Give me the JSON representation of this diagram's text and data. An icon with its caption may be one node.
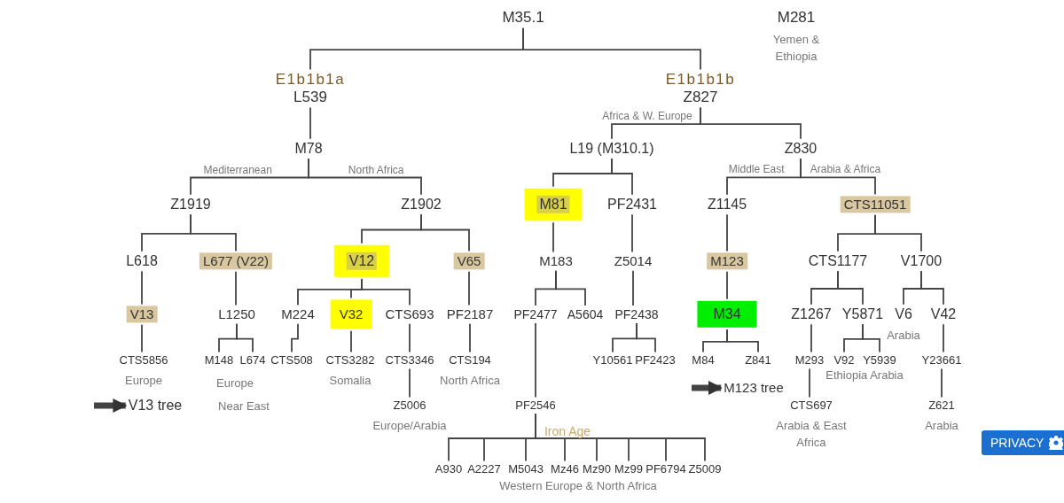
{
  "diagram": {
    "nodes": [
      {
        "text": [
          "M35.1"
        ]
      },
      {
        "text": [
          "E1b1b1a",
          "L539"
        ]
      },
      {
        "text": [
          "E1b1b1b",
          "Z827"
        ]
      },
      {
        "text": [
          "M281"
        ],
        "beside": [
          "Yemen & Ethiopia"
        ]
      },
      {
        "text": [
          "M78"
        ]
      },
      {
        "text": [
          "Z1919"
        ]
      },
      {
        "text": [
          "Z1902"
        ]
      },
      {
        "text": [
          "L19 (M310.1)"
        ]
      },
      {
        "text": [
          "Z830"
        ]
      },
      {
        "text": [
          "M81"
        ]
      },
      {
        "text": [
          "PF2431"
        ]
      },
      {
        "text": [
          "Z1145"
        ]
      },
      {
        "text": [
          "CTS11051"
        ]
      },
      {
        "text": [
          "L618"
        ]
      },
      {
        "text": [
          "L677 (V22)"
        ]
      },
      {
        "text": [
          "V12"
        ]
      },
      {
        "text": [
          "V65"
        ]
      },
      {
        "text": [
          "M183"
        ]
      },
      {
        "text": [
          "Z5014"
        ]
      },
      {
        "text": [
          "M123"
        ]
      },
      {
        "text": [
          "CTS1177"
        ]
      },
      {
        "text": [
          "V1700"
        ]
      },
      {
        "text": [
          "V13"
        ]
      },
      {
        "text": [
          "L1250"
        ]
      },
      {
        "text": [
          "M224"
        ]
      },
      {
        "text": [
          "V32"
        ]
      },
      {
        "text": [
          "CTS693"
        ]
      },
      {
        "text": [
          "PF2187"
        ]
      },
      {
        "text": [
          "PF2477"
        ]
      },
      {
        "text": [
          "A5604"
        ]
      },
      {
        "text": [
          "PF2438"
        ]
      },
      {
        "text": [
          "M34"
        ]
      },
      {
        "text": [
          "Z1267"
        ]
      },
      {
        "text": [
          "Y5871"
        ]
      },
      {
        "text": [
          "V6"
        ],
        "beside": [
          "Arabia"
        ]
      },
      {
        "text": [
          "V42"
        ]
      },
      {
        "text": [
          "CTS5856"
        ],
        "beside": [
          "Europe"
        ]
      },
      {
        "text": [
          "M148"
        ]
      },
      {
        "text": [
          "L674"
        ]
      },
      {
        "text": [
          "CTS508"
        ]
      },
      {
        "text": [
          "CTS3282"
        ],
        "beside": [
          "Somalia"
        ]
      },
      {
        "text": [
          "CTS3346"
        ]
      },
      {
        "text": [
          "CTS194"
        ],
        "beside": [
          "North Africa"
        ]
      },
      {
        "text": [
          "Y10561"
        ]
      },
      {
        "text": [
          "PF2423"
        ]
      },
      {
        "text": [
          "M84"
        ]
      },
      {
        "text": [
          "Z841"
        ]
      },
      {
        "text": [
          "M293"
        ]
      },
      {
        "text": [
          "V92"
        ]
      },
      {
        "text": [
          "Y5939"
        ]
      },
      {
        "text": [
          "Y23661"
        ]
      },
      {
        "text": [
          "Z5006"
        ],
        "beside": [
          "Europe/Arabia"
        ]
      },
      {
        "text": [
          "PF2546"
        ]
      },
      {
        "text": [
          "CTS697"
        ],
        "beside": [
          "Arabia & East Africa"
        ]
      },
      {
        "text": [
          "Z621"
        ],
        "beside": [
          "Arabia"
        ]
      },
      {
        "text": [
          "V13 tree"
        ]
      },
      {
        "text": [
          "M123 tree"
        ]
      },
      {
        "text": [
          "A930"
        ]
      },
      {
        "text": [
          "A2227"
        ]
      },
      {
        "text": [
          "M5043"
        ]
      },
      {
        "text": [
          "Mz46"
        ]
      },
      {
        "text": [
          "Mz90"
        ]
      },
      {
        "text": [
          "Mz99"
        ]
      },
      {
        "text": [
          "PF6794"
        ]
      },
      {
        "text": [
          "Z5009"
        ]
      }
    ],
    "edges": [
      {
        "from": 0,
        "to": 1,
        "arrow": "none"
      },
      {
        "from": 0,
        "to": 2,
        "arrow": "none"
      },
      {
        "from": 1,
        "to": 4,
        "arrow": "none"
      },
      {
        "from": 2,
        "to": 7,
        "arrow": "none",
        "label": "Africa & W. Europe"
      },
      {
        "from": 2,
        "to": 8,
        "arrow": "none"
      },
      {
        "from": 4,
        "to": 5,
        "arrow": "none",
        "label": "Mediterranean"
      },
      {
        "from": 4,
        "to": 6,
        "arrow": "none",
        "label": "North Africa"
      },
      {
        "from": 5,
        "to": 13,
        "arrow": "none"
      },
      {
        "from": 5,
        "to": 14,
        "arrow": "none"
      },
      {
        "from": 6,
        "to": 15,
        "arrow": "none"
      },
      {
        "from": 6,
        "to": 16,
        "arrow": "none"
      },
      {
        "from": 7,
        "to": 9,
        "arrow": "none"
      },
      {
        "from": 7,
        "to": 10,
        "arrow": "none"
      },
      {
        "from": 8,
        "to": 11,
        "arrow": "none",
        "label": "Middle East"
      },
      {
        "from": 8,
        "to": 12,
        "arrow": "none",
        "label": "Arabia & Africa"
      },
      {
        "from": 13,
        "to": 22,
        "arrow": "none"
      },
      {
        "from": 14,
        "to": 23,
        "arrow": "none"
      },
      {
        "from": 15,
        "to": 24,
        "arrow": "none"
      },
      {
        "from": 15,
        "to": 25,
        "arrow": "none"
      },
      {
        "from": 15,
        "to": 26,
        "arrow": "none"
      },
      {
        "from": 16,
        "to": 27,
        "arrow": "none"
      },
      {
        "from": 9,
        "to": 17,
        "arrow": "none"
      },
      {
        "from": 10,
        "to": 18,
        "arrow": "none"
      },
      {
        "from": 11,
        "to": 19,
        "arrow": "none"
      },
      {
        "from": 12,
        "to": 20,
        "arrow": "none"
      },
      {
        "from": 12,
        "to": 21,
        "arrow": "none"
      },
      {
        "from": 17,
        "to": 28,
        "arrow": "none"
      },
      {
        "from": 17,
        "to": 29,
        "arrow": "none"
      },
      {
        "from": 18,
        "to": 30,
        "arrow": "none"
      },
      {
        "from": 19,
        "to": 31,
        "arrow": "none"
      },
      {
        "from": 20,
        "to": 32,
        "arrow": "none"
      },
      {
        "from": 20,
        "to": 33,
        "arrow": "none"
      },
      {
        "from": 21,
        "to": 34,
        "arrow": "none"
      },
      {
        "from": 21,
        "to": 35,
        "arrow": "none"
      },
      {
        "from": 22,
        "to": 36,
        "arrow": "none"
      },
      {
        "from": 23,
        "to": 37,
        "arrow": "none"
      },
      {
        "from": 23,
        "to": 38,
        "arrow": "none"
      },
      {
        "from": 24,
        "to": 39,
        "arrow": "none"
      },
      {
        "from": 25,
        "to": 40,
        "arrow": "none"
      },
      {
        "from": 26,
        "to": 41,
        "arrow": "none"
      },
      {
        "from": 27,
        "to": 42,
        "arrow": "none"
      },
      {
        "from": 30,
        "to": 43,
        "arrow": "none"
      },
      {
        "from": 30,
        "to": 44,
        "arrow": "none"
      },
      {
        "from": 31,
        "to": 45,
        "arrow": "none"
      },
      {
        "from": 31,
        "to": 46,
        "arrow": "none"
      },
      {
        "from": 32,
        "to": 47,
        "arrow": "none"
      },
      {
        "from": 33,
        "to": 48,
        "arrow": "none"
      },
      {
        "from": 33,
        "to": 49,
        "arrow": "none"
      },
      {
        "from": 35,
        "to": 50,
        "arrow": "none"
      },
      {
        "from": 41,
        "to": 51,
        "arrow": "none"
      },
      {
        "from": 28,
        "to": 52,
        "arrow": "none"
      },
      {
        "from": 47,
        "to": 53,
        "arrow": "none"
      },
      {
        "from": 50,
        "to": 54,
        "arrow": "none"
      },
      {
        "from": 52,
        "to": 57,
        "arrow": "none"
      },
      {
        "from": 52,
        "to": 58,
        "arrow": "none"
      },
      {
        "from": 52,
        "to": 59,
        "arrow": "none"
      },
      {
        "from": 52,
        "to": 60,
        "arrow": "none"
      },
      {
        "from": 52,
        "to": 61,
        "arrow": "none"
      },
      {
        "from": 52,
        "to": 62,
        "arrow": "none"
      },
      {
        "from": 52,
        "to": 63,
        "arrow": "none"
      },
      {
        "from": 52,
        "to": 64,
        "arrow": "none"
      },
      {
        "from": null,
        "to": 55,
        "arrow": "to",
        "style": "thick"
      },
      {
        "from": null,
        "to": 56,
        "arrow": "to",
        "style": "thick"
      }
    ],
    "labels": [
      "Europe",
      "Near East",
      "Ethiopia Arabia",
      "Iron Age",
      "Western Europe & North Africa",
      "PRIVACY"
    ]
  }
}
